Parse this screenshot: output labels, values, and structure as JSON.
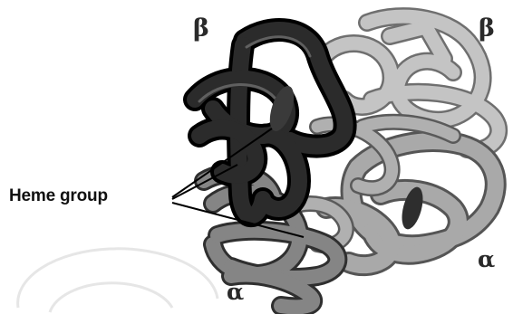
{
  "labels": {
    "beta_left": "β",
    "beta_right": "β",
    "alpha_left": "α",
    "alpha_right": "α",
    "heme_group": "Heme group"
  },
  "colors": {
    "beta_left_chain": "#1c1c1c",
    "alpha_left_chain": "#5e5e5e",
    "beta_right_chain": "#b5b5b5",
    "alpha_right_chain": "#8f8f8f",
    "heme": "#2e2e2e",
    "background": "#ffffff"
  }
}
